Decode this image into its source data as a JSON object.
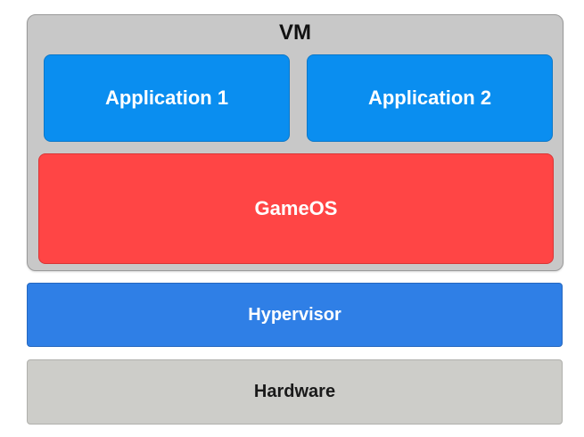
{
  "diagram": {
    "vm": {
      "title": "VM",
      "applications": [
        {
          "label": "Application 1"
        },
        {
          "label": "Application 2"
        }
      ],
      "guest_os": "GameOS"
    },
    "hypervisor": "Hypervisor",
    "hardware": "Hardware"
  },
  "colors": {
    "vm_background": "#c8c8c8",
    "application": "#0a8ef0",
    "guest_os": "#ff4545",
    "hypervisor": "#2f7fe6",
    "hardware": "#cdcdc9"
  }
}
